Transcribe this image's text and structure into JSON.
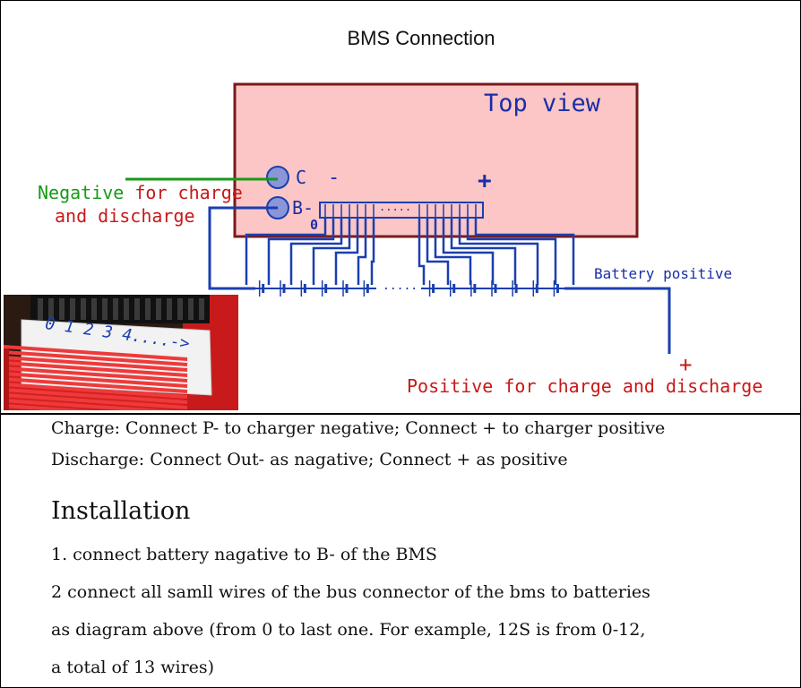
{
  "diagram": {
    "title": "BMS Connection",
    "top_view_label": "Top view",
    "pin_c_label": "C",
    "pin_b_label": "B-",
    "minus_sign": "-",
    "plus_sign": "+",
    "zero_label": "0",
    "dots": ".....",
    "negative_label_word": "Negative",
    "negative_label_rest1": "for charge",
    "negative_label_rest2": "and discharge",
    "battery_positive_label": "Battery positive",
    "positive_plus": "+",
    "positive_label": "Positive for charge and discharge",
    "photo_label": "0 1 2 3 4....->",
    "colors": {
      "bms_fill": "#fcc6c6",
      "bms_border": "#7a1a1a",
      "wire_blue": "#1a3fb0",
      "wire_green": "#179a17",
      "text_red": "#c81818",
      "text_blue": "#1a2ea8",
      "pin_fill": "#8a96d8"
    }
  },
  "instructions": {
    "charge": "Charge: Connect P- to charger negative; Connect + to charger positive",
    "discharge": "Discharge: Connect Out- as nagative; Connect + as positive",
    "heading": "Installation",
    "step1": "1. connect battery nagative to B- of the BMS",
    "step2_line1": "2 connect all samll wires of the bus connector of the bms to batteries",
    "step2_line2": "as diagram above (from 0 to last one. For example, 12S is from 0-12,",
    "step2_line3": "a total of 13 wires)"
  }
}
